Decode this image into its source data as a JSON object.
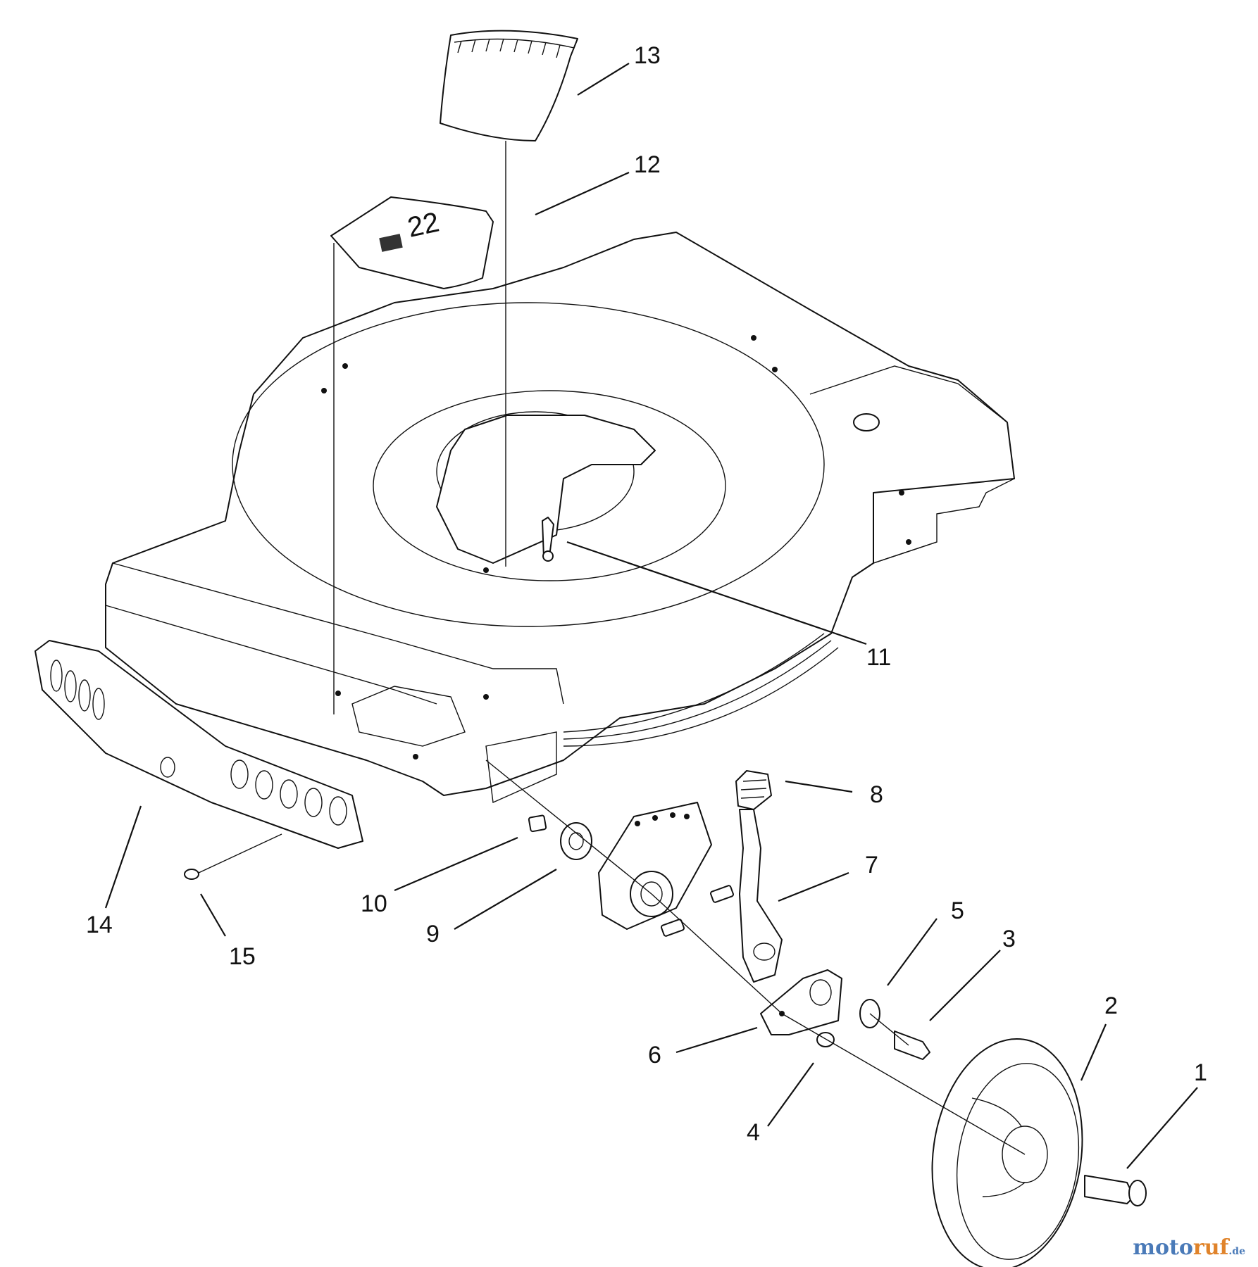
{
  "callouts": [
    "1",
    "2",
    "3",
    "4",
    "5",
    "6",
    "7",
    "8",
    "9",
    "10",
    "11",
    "12",
    "13",
    "14",
    "15"
  ],
  "decal_12_text": "22",
  "watermark": {
    "brand_a": "moto",
    "brand_b": "ruf",
    "tld": ".de"
  }
}
